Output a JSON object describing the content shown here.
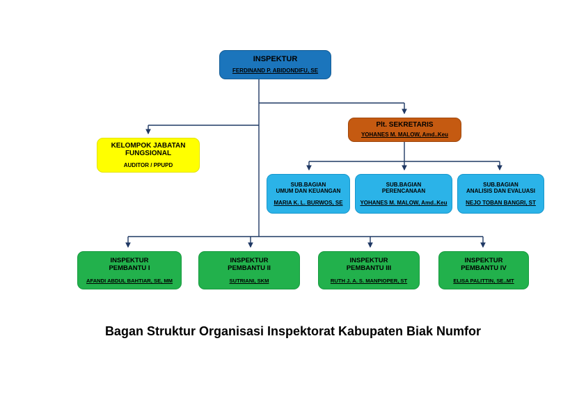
{
  "title": "Bagan Struktur Organisasi Inspektorat Kabupaten Biak Numfor",
  "colors": {
    "inspektur_box": "#1B75BC",
    "sekretaris_box": "#C55A11",
    "fungsional_box": "#FFFF00",
    "subbagian_box": "#2BB3E8",
    "pembantu_box": "#22B14C",
    "connector": "#1F3864",
    "text": "#000000",
    "background": "#FFFFFF"
  },
  "nodes": {
    "inspektur": {
      "role1": "INSPEKTUR",
      "name": "FERDINAND P. ABIDONDIFU, SE"
    },
    "sekretaris": {
      "role1": "Plt. SEKRETARIS",
      "name": "YOHANES M. MALOW, Amd..Keu"
    },
    "fungsional": {
      "role1": "KELOMPOK JABATAN",
      "role2": "FUNGSIONAL",
      "name": "AUDITOR / PPUPD"
    },
    "sub_umum": {
      "role1": "SUB.BAGIAN",
      "role2": "UMUM DAN KEUANGAN",
      "name": "MARIA K. L. BURWOS, SE"
    },
    "sub_perencanaan": {
      "role1": "SUB.BAGIAN",
      "role2": "PERENCANAAN",
      "name": "YOHANES M. MALOW, Amd..Keu"
    },
    "sub_analisis": {
      "role1": "SUB.BAGIAN",
      "role2": "ANALISIS DAN EVALUASI",
      "name": "NEJO TOBAN BANGRI, ST"
    },
    "pembantu1": {
      "role1": "INSPEKTUR",
      "role2": "PEMBANTU I",
      "name": "AFANDI ABDUL BAHTIAR, SE, MM"
    },
    "pembantu2": {
      "role1": "INSPEKTUR",
      "role2": "PEMBANTU II",
      "name": "SUTRIANI, SKM"
    },
    "pembantu3": {
      "role1": "INSPEKTUR",
      "role2": "PEMBANTU III",
      "name": "RUTH J. A. S. MANPIOPER, ST"
    },
    "pembantu4": {
      "role1": "INSPEKTUR",
      "role2": "PEMBANTU IV",
      "name": "ELISA PALITTIN, SE..MT"
    }
  }
}
